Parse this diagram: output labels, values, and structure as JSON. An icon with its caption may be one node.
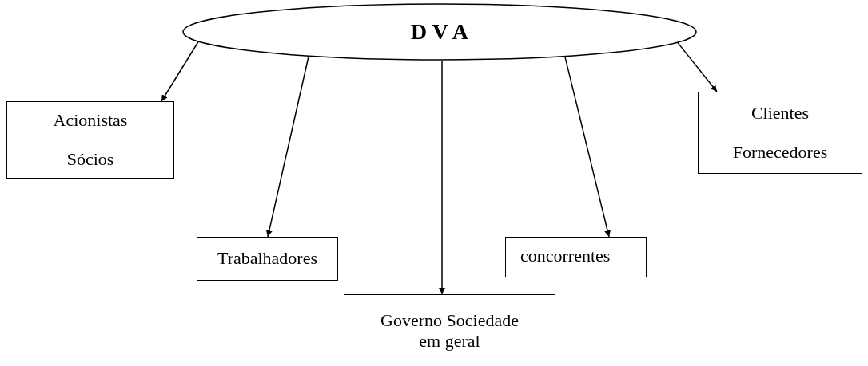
{
  "diagram": {
    "nodes": [
      {
        "text": [
          "D V A"
        ]
      },
      {
        "text": [
          "Acionistas",
          "Sócios"
        ]
      },
      {
        "text": [
          "Trabalhadores"
        ]
      },
      {
        "text": [
          "Governo Sociedade em geral"
        ]
      },
      {
        "text": [
          "concorrentes"
        ]
      },
      {
        "text": [
          "Clientes",
          "Fornecedores"
        ]
      }
    ],
    "edges": [
      {
        "from": 0,
        "to": 1,
        "arrow": "to"
      },
      {
        "from": 0,
        "to": 2,
        "arrow": "to"
      },
      {
        "from": 0,
        "to": 3,
        "arrow": "to"
      },
      {
        "from": 0,
        "to": 4,
        "arrow": "to"
      },
      {
        "from": 0,
        "to": 5,
        "arrow": "to"
      }
    ]
  }
}
